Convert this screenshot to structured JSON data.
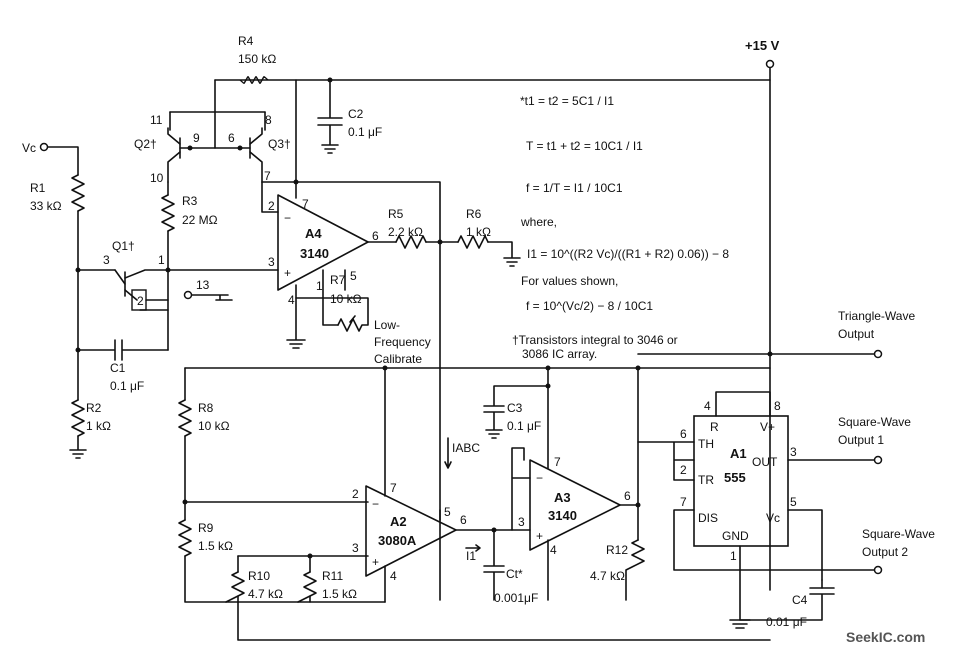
{
  "supply": "+15 V",
  "input": {
    "vc": "Vc"
  },
  "resistors": {
    "r1": {
      "name": "R1",
      "value": "33 kΩ"
    },
    "r2": {
      "name": "R2",
      "value": "1 kΩ"
    },
    "r3": {
      "name": "R3",
      "value": "22 MΩ"
    },
    "r4": {
      "name": "R4",
      "value": "150 kΩ"
    },
    "r5": {
      "name": "R5",
      "value": "2.2 kΩ"
    },
    "r6": {
      "name": "R6",
      "value": "1 kΩ"
    },
    "r7": {
      "name": "R7",
      "value": "10 kΩ"
    },
    "r8": {
      "name": "R8",
      "value": "10 kΩ"
    },
    "r9": {
      "name": "R9",
      "value": "1.5 kΩ"
    },
    "r10": {
      "name": "R10",
      "value": "4.7 kΩ"
    },
    "r11": {
      "name": "R11",
      "value": "1.5 kΩ"
    },
    "r12": {
      "name": "R12",
      "value": "4.7 kΩ"
    }
  },
  "capacitors": {
    "c1": {
      "name": "C1",
      "value": "0.1 μF"
    },
    "c2": {
      "name": "C2",
      "value": "0.1 μF"
    },
    "c3": {
      "name": "C3",
      "value": "0.1 μF"
    },
    "c4": {
      "name": "C4",
      "value": "0.01 μF"
    },
    "ct": {
      "name": "Ct*",
      "value": "0.001μF"
    }
  },
  "transistors": {
    "q1": "Q1†",
    "q2": "Q2†",
    "q3": "Q3†"
  },
  "ics": {
    "a4": {
      "name": "A4",
      "part": "3140"
    },
    "a2": {
      "name": "A2",
      "part": "3080A"
    },
    "a3": {
      "name": "A3",
      "part": "3140"
    },
    "a1": {
      "name": "A1",
      "part": "555"
    }
  },
  "ic_pins_555": {
    "r": "R",
    "vplus": "V+",
    "th": "TH",
    "tr": "TR",
    "out": "OUT",
    "dis": "DIS",
    "gnd": "GND",
    "vc": "Vc"
  },
  "notes": {
    "calibrate": [
      "Low-",
      "Frequency",
      "Calibrate"
    ],
    "iabc": "IABC",
    "i1": "I1"
  },
  "outputs": {
    "triangle": [
      "Triangle-Wave",
      "Output"
    ],
    "square1": [
      "Square-Wave",
      "Output 1"
    ],
    "square2": [
      "Square-Wave",
      "Output 2"
    ]
  },
  "equations": {
    "eq1": "*t1 = t2 = 5C1 / I1",
    "eq2": "T = t1 + t2 = 10C1 / I1",
    "eq3": "f = 1/T = I1 / 10C1",
    "where": "where,",
    "eq4": "I1 = 10^((R2 Vc)/((R1 + R2) 0.06)) − 8",
    "for_values": "For values shown,",
    "eq5": "f = 10^(Vc/2) − 8 / 10C1",
    "note1": "†Transistors integral to 3046 or",
    "note2": "3086 IC array."
  },
  "watermark": "SeekIC.com"
}
